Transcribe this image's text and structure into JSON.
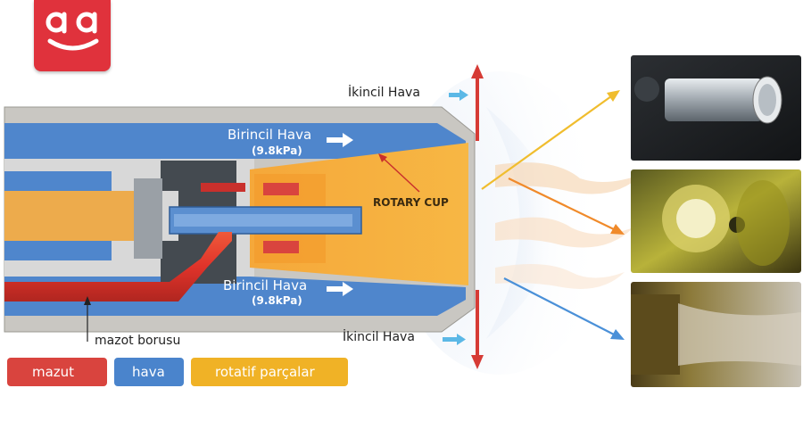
{
  "labels": {
    "secondary_air_top": "İkincil Hava",
    "secondary_air_bottom": "İkincil Hava",
    "primary_air_top": "Birincil Hava",
    "primary_air_top_pressure": "(9.8kPa)",
    "primary_air_bottom": "Birincil Hava",
    "primary_air_bottom_pressure": "(9.8kPa)",
    "rotary_cup": "ROTARY CUP",
    "fuel_pipe": "mazot borusu"
  },
  "legend": {
    "fuel": "mazut",
    "air": "hava",
    "rotating_parts": "rotatif parçalar"
  },
  "colors": {
    "fuel": "#d9443e",
    "air": "#4a84cc",
    "rotating": "#f0b226",
    "logo": "#e0323c"
  },
  "logo": {
    "icon": "aa-smile-logo"
  }
}
